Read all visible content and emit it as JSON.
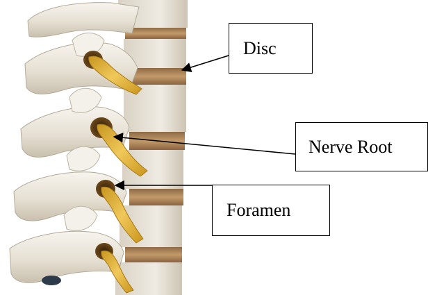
{
  "diagram": {
    "labels": {
      "disc": "Disc",
      "nerve_root": "Nerve Root",
      "foramen": "Foramen"
    },
    "colors": {
      "bone": "#ece7dc",
      "bone_shadow": "#bfb6a6",
      "disc": "#a87f55",
      "nerve": "#e2b53c",
      "foramen": "#4a3010",
      "leader_line": "#000000"
    }
  }
}
